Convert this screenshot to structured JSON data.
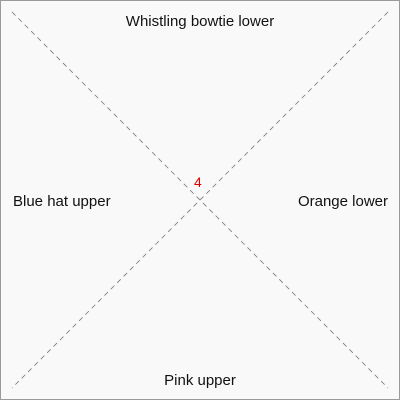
{
  "labels": {
    "top": "Whistling bowtie lower",
    "bottom": "Pink upper",
    "left": "Blue hat upper",
    "right": "Orange lower"
  },
  "center": {
    "number": "4",
    "color": "#e00000"
  },
  "colors": {
    "background": "#f9f9f9",
    "border": "#9a9a9a",
    "line": "#777777",
    "text": "#111111"
  }
}
